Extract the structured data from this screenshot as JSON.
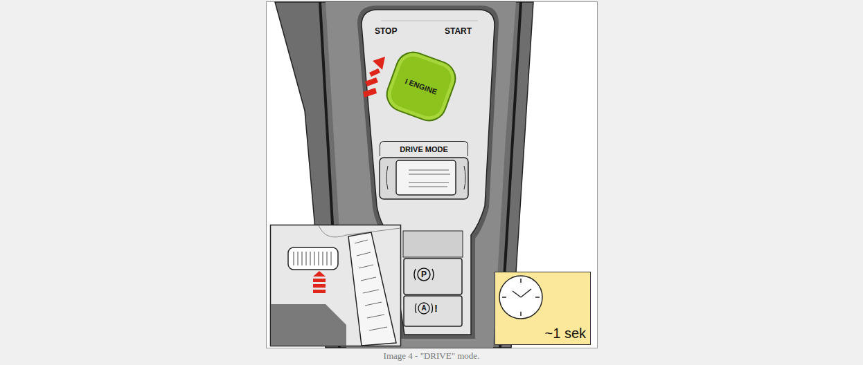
{
  "diagram": {
    "caption": "Image 4 - \"DRIVE\" mode.",
    "nodes": [
      {
        "text": [
          "I ENGINE"
        ]
      },
      {
        "text": [
          "DRIVE MODE"
        ]
      },
      {
        "text": [
          "~1 sek"
        ]
      }
    ],
    "labels": [
      "STOP",
      "START",
      "P",
      "A",
      "!"
    ]
  }
}
